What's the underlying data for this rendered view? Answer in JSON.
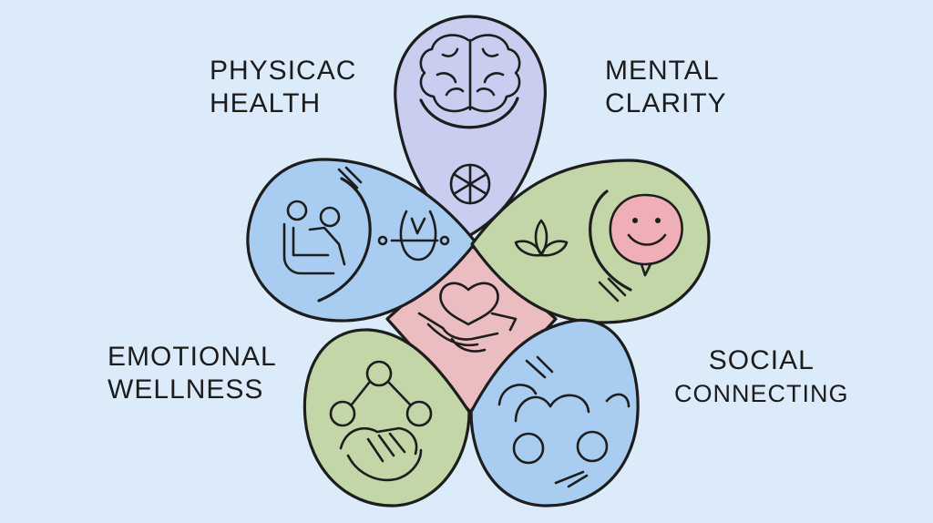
{
  "labels": {
    "top_left": {
      "line1": "PHYSICAC",
      "line2": "HEALTH"
    },
    "top_right": {
      "line1": "MENTAL",
      "line2": "CLARITY"
    },
    "bottom_left": {
      "line1": "EMOTIONAL",
      "line2": "WELLNESS"
    },
    "bottom_right": {
      "line1": "SOCIAL",
      "line2": "CONNECTING"
    }
  },
  "colors": {
    "background": "#dcebfa",
    "petal_top": "#c9cdef",
    "petal_left": "#a9cdf0",
    "petal_right": "#c2d6a8",
    "petal_bottom_left": "#c2d6a8",
    "petal_bottom_right": "#a9cdf0",
    "center": "#ebbcc0",
    "smiley": "#f0aeb6"
  },
  "icons": {
    "top": [
      "brain-icon",
      "wheel-icon"
    ],
    "left": [
      "wheelchair-icon",
      "body-balance-icon"
    ],
    "right": [
      "leaf-sprout-icon",
      "smiley-face-icon"
    ],
    "center": [
      "heart-in-hands-icon"
    ],
    "bottom_left": [
      "network-nodes-icon",
      "clasped-hands-icon"
    ],
    "bottom_right": [
      "people-connection-icon"
    ]
  }
}
